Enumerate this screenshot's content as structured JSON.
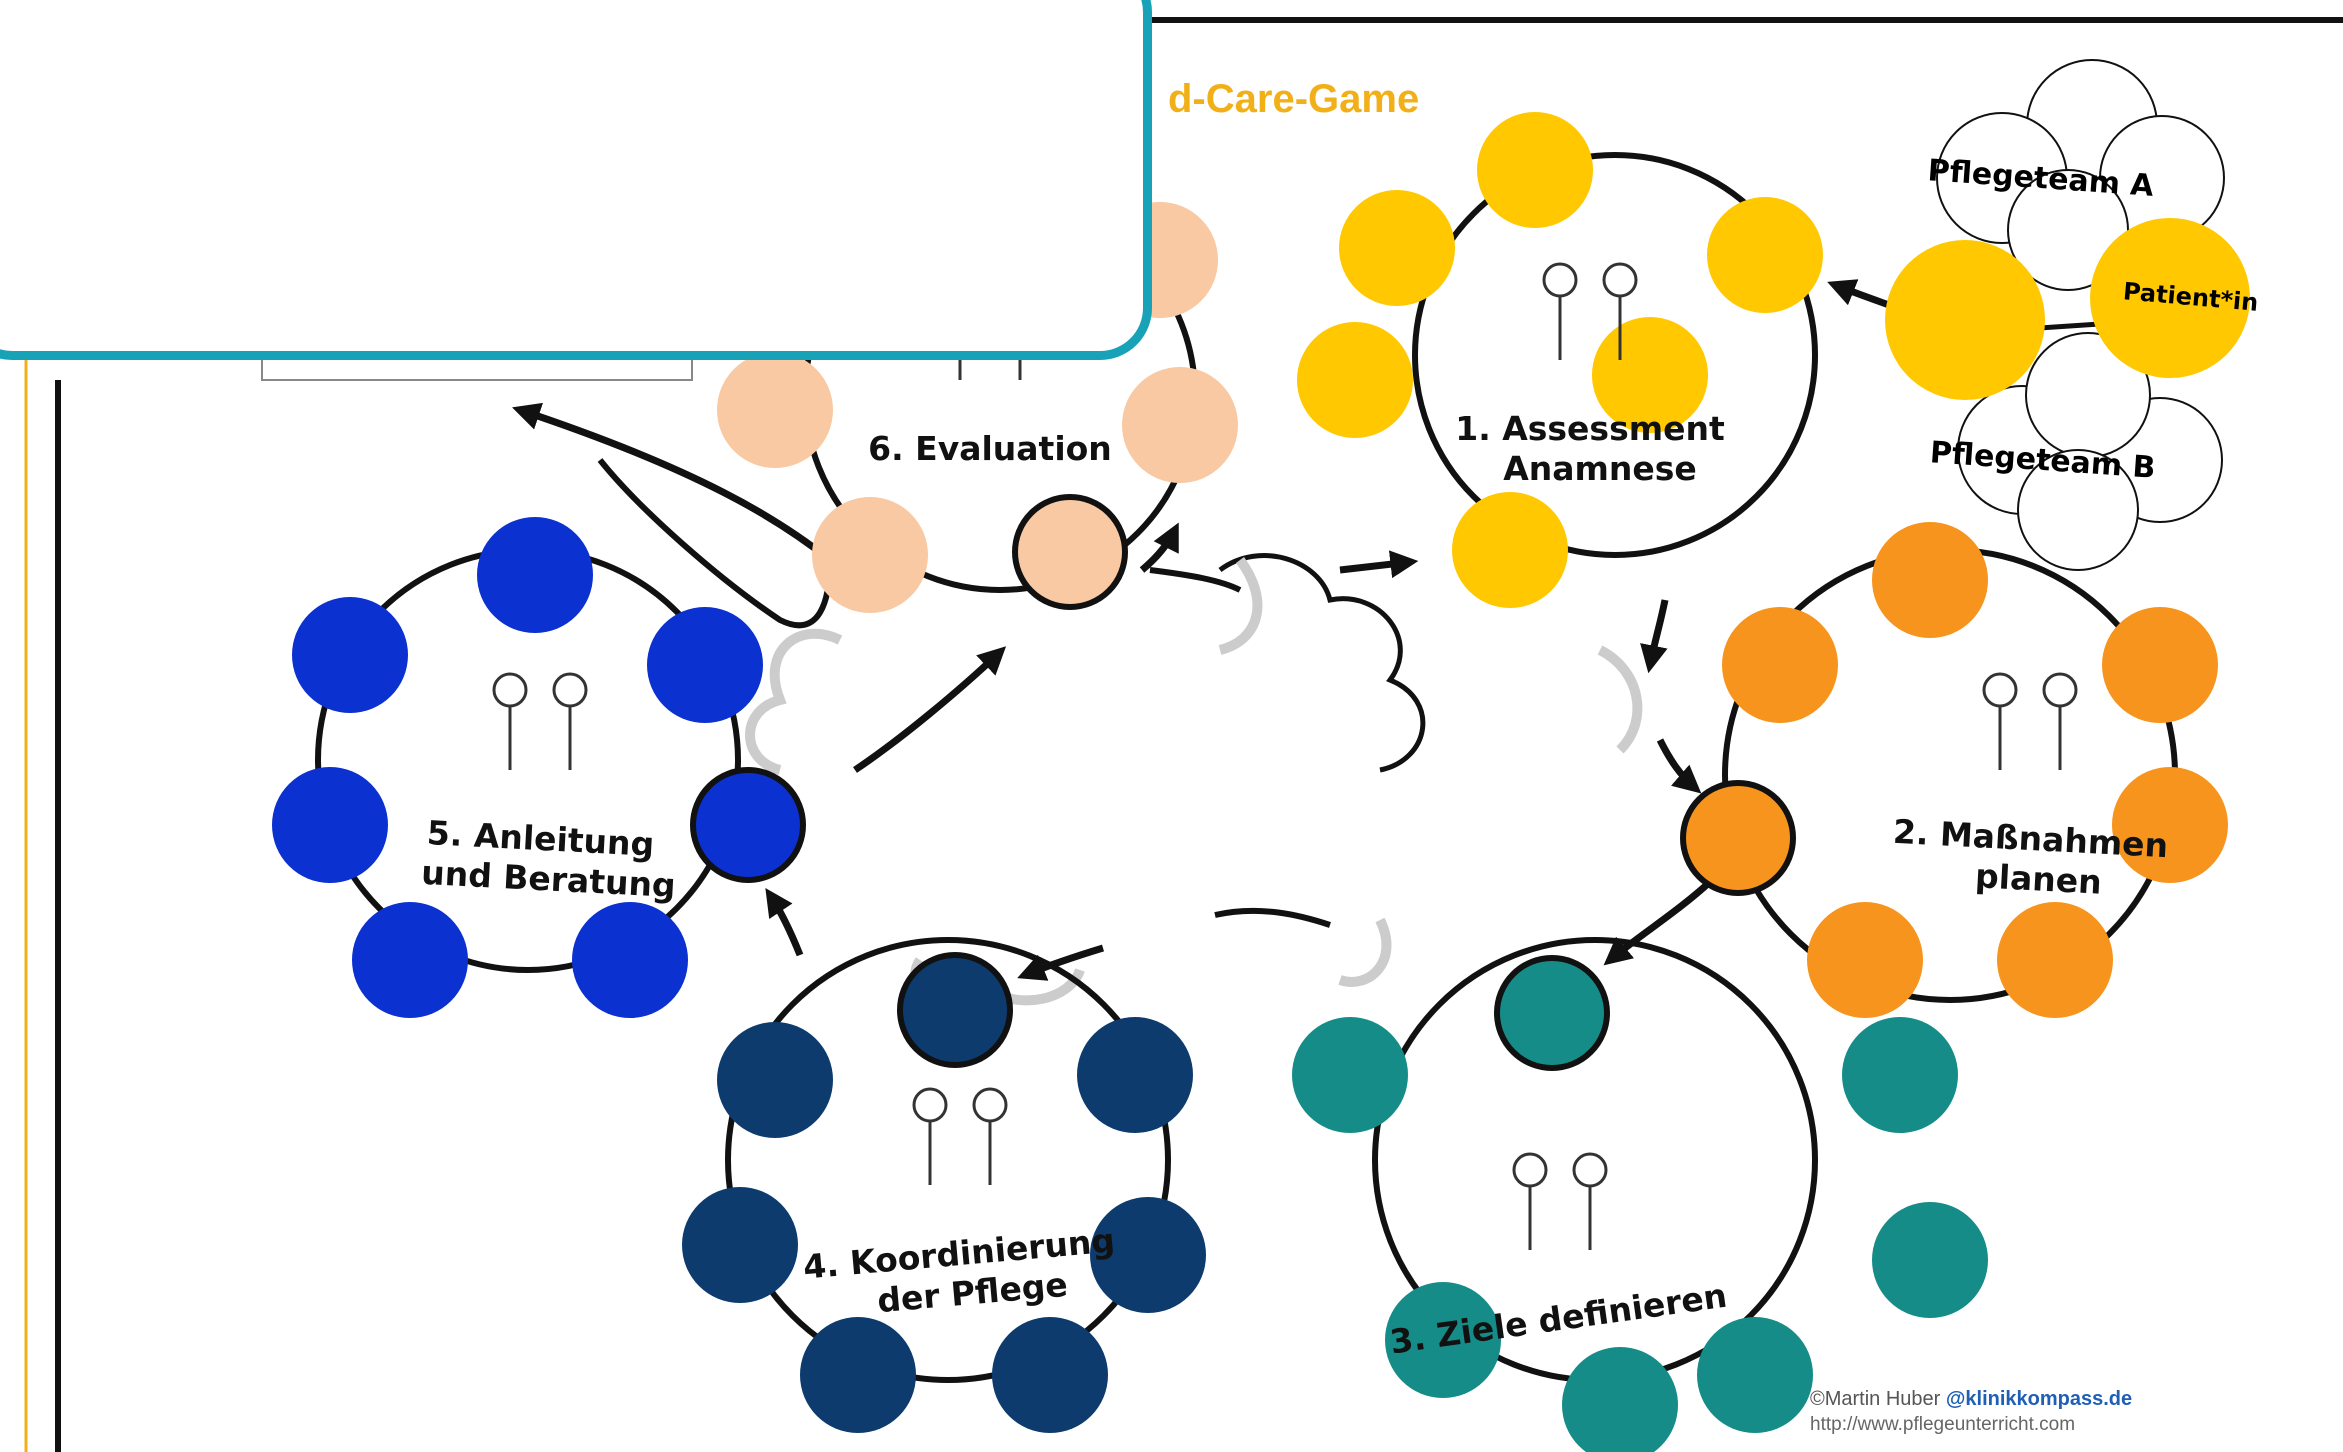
{
  "title_fragment": "d-Care-Game",
  "colors": {
    "assessment": "#FFC800",
    "planning": "#F7941D",
    "goals": "#168C89",
    "coordination": "#0D3B6E",
    "counseling": "#0B31D0",
    "evaluation": "#F8C9A2",
    "team_circle": "#FFFFFF",
    "popup_border": "#17A2B8",
    "title_color": "#F2B018"
  },
  "team": {
    "a": "Pflegeteam A",
    "b": "Pflegeteam B",
    "patient": "Patient*in"
  },
  "stations": [
    {
      "id": "assessment",
      "line1": "1. Assessment",
      "line2": "Anamnese",
      "illustration": "two-people-talking-icon"
    },
    {
      "id": "planning",
      "line1": "2. Maßnahmen",
      "line2": "planen",
      "illustration": "stairs-assist-icon"
    },
    {
      "id": "goals",
      "line1": "3. Ziele definieren",
      "line2": "",
      "illustration": "thinking-nurse-icon"
    },
    {
      "id": "coordination",
      "line1": "4. Koordinierung",
      "line2": "der Pflege",
      "illustration": "nurse-pointing-icon"
    },
    {
      "id": "counseling",
      "line1": "5. Anleitung",
      "line2": "und Beratung",
      "illustration": "counseling-icon"
    },
    {
      "id": "evaluation",
      "line1": "6. Evaluation",
      "line2": "",
      "illustration": "target-icon"
    }
  ],
  "credit": {
    "author": "©Martin Huber",
    "handle": "@klinikkompass.de",
    "url": "http://www.pflegeunterricht.com"
  },
  "popup": {
    "visible": true
  }
}
